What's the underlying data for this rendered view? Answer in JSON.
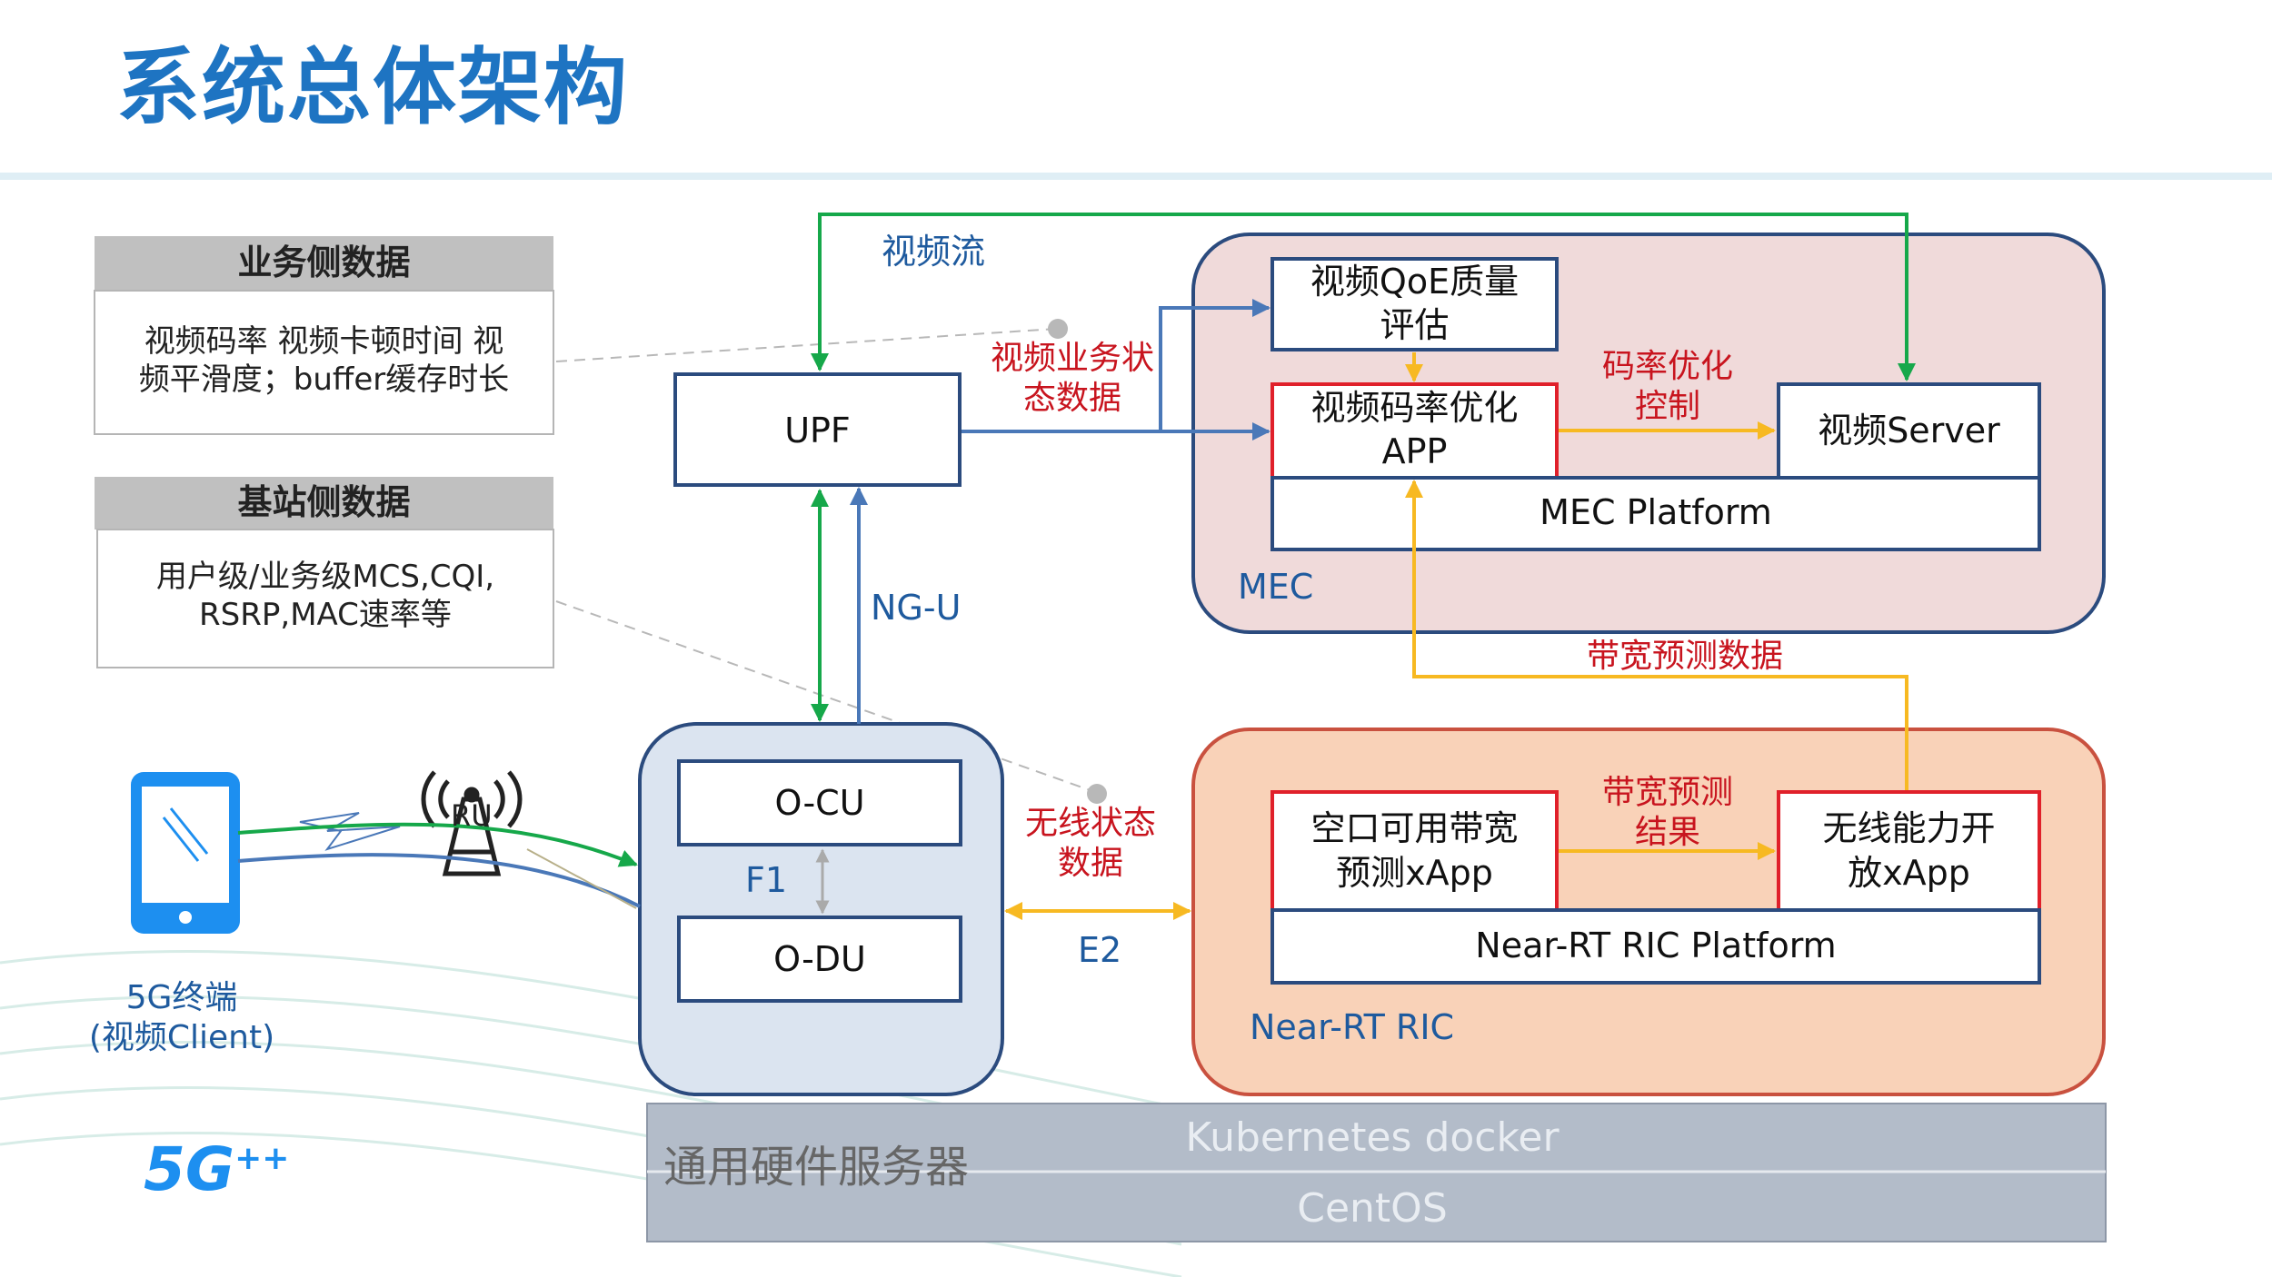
{
  "slide": {
    "title": "系统总体架构"
  },
  "panels": {
    "service_data": {
      "header": "业务侧数据",
      "body_line1": "视频码率 视频卡顿时间 视",
      "body_line2": "频平滑度；buffer缓存时长"
    },
    "bs_data": {
      "header": "基站侧数据",
      "body_line1": "用户级/业务级MCS,CQI,",
      "body_line2": "RSRP,MAC速率等"
    }
  },
  "nodes": {
    "upf": "UPF",
    "ocu": "O-CU",
    "odu": "O-DU",
    "f1": "F1",
    "qoe_line1": "视频QoE质量",
    "qoe_line2": "评估",
    "bitrate_app_line1": "视频码率优化",
    "bitrate_app_line2": "APP",
    "video_server": "视频Server",
    "mec_platform": "MEC Platform",
    "mec": "MEC",
    "bw_pred_line1": "空口可用带宽",
    "bw_pred_line2": "预测xApp",
    "wireless_line1": "无线能力开",
    "wireless_line2": "放xApp",
    "ric_platform": "Near-RT RIC Platform",
    "ric": "Near-RT RIC",
    "terminal_line1": "5G终端",
    "terminal_line2": "(视频Client)",
    "ru": "RU"
  },
  "edge_labels": {
    "video_stream": "视频流",
    "ng_u": "NG-U",
    "service_state_line1": "视频业务状",
    "service_state_line2": "态数据",
    "bitrate_ctrl_line1": "码率优化",
    "bitrate_ctrl_line2": "控制",
    "bw_pred_data": "带宽预测数据",
    "bw_pred_result_line1": "带宽预测",
    "bw_pred_result_line2": "结果",
    "wireless_state_line1": "无线状态",
    "wireless_state_line2": "数据",
    "e2": "E2"
  },
  "hardware": {
    "label": "通用硬件服务器",
    "k8s": "Kubernetes docker",
    "os": "CentOS"
  },
  "logo": {
    "text": "5G",
    "sup": "++"
  },
  "colors": {
    "title_blue": "#1e74c2",
    "navy": "#2b4b7e",
    "mec_fill": "#f0dada",
    "ric_fill": "#f9d2b8",
    "ric_stroke": "#c9513f",
    "ran_fill": "#dbe4f0",
    "red": "#e0202a",
    "green": "#16a84a",
    "blue_line": "#4a78b8",
    "yellow": "#f7b922",
    "label_red": "#c8141e",
    "label_blue": "#1e5a9e",
    "hw_fill": "#b3bcc9"
  }
}
